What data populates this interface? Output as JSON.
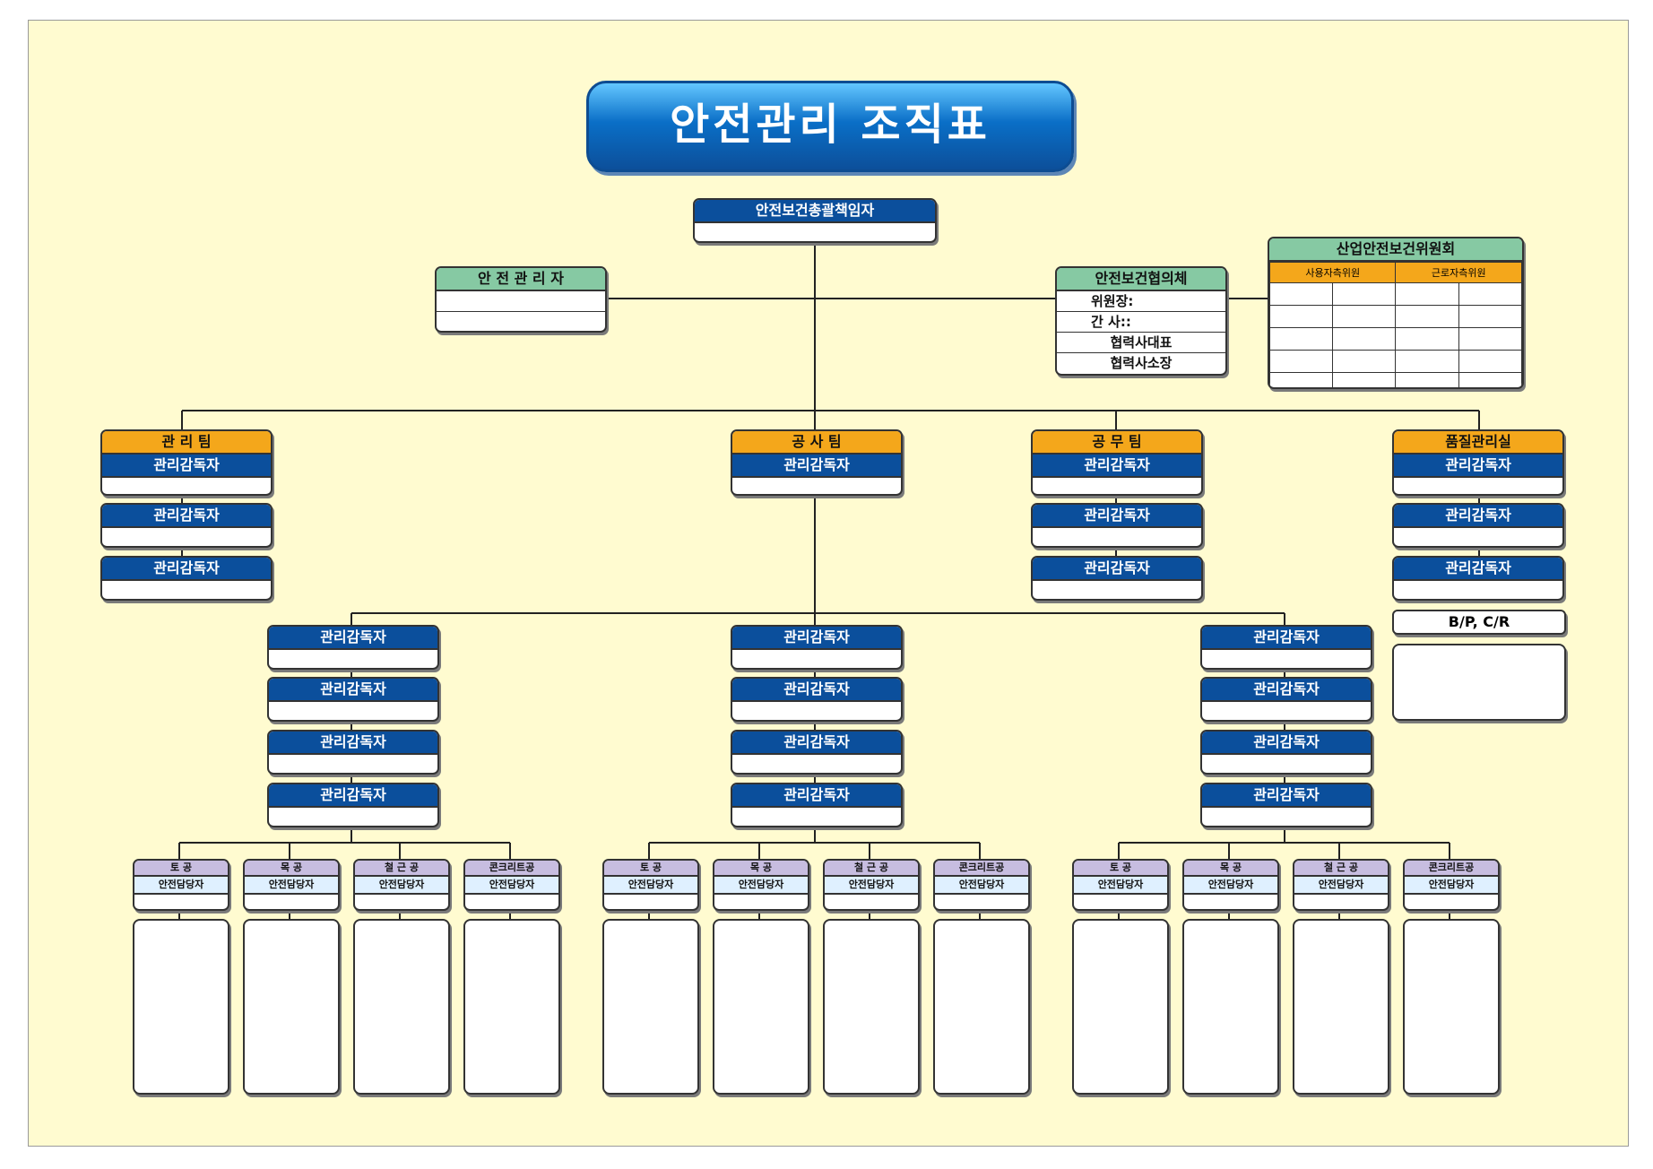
{
  "title": "안전관리 조직표",
  "top": {
    "title": "안전보건총괄책임자"
  },
  "safety_manager": {
    "title": "안 전 관 리 자"
  },
  "council": {
    "title": "안전보건협의체",
    "rows": [
      "위원장:",
      "간  사::",
      "협력사대표",
      "협력사소장"
    ]
  },
  "committee": {
    "title": "산업안전보건위원회",
    "col1": "사용자측위원",
    "col2": "근로자측위원"
  },
  "teams": [
    {
      "name": "관  리  팀",
      "supervisor": "관리감독자"
    },
    {
      "name": "공  사  팀",
      "supervisor": "관리감독자"
    },
    {
      "name": "공  무  팀",
      "supervisor": "관리감독자"
    },
    {
      "name": "품질관리실",
      "supervisor": "관리감독자"
    }
  ],
  "supervisor_label": "관리감독자",
  "bp_label": "B/P, C/R",
  "trades": [
    {
      "name": "토  공",
      "role": "안전담당자"
    },
    {
      "name": "목  공",
      "role": "안전담당자"
    },
    {
      "name": "철 근 공",
      "role": "안전담당자"
    },
    {
      "name": "콘크리트공",
      "role": "안전담당자"
    }
  ],
  "colors": {
    "background": "#fffbd0",
    "header_blue": "#0b4f9c",
    "header_orange": "#f4a71b",
    "header_green": "#86c9a3",
    "header_purple": "#c7bde0",
    "header_lightblue": "#dff0ff"
  }
}
